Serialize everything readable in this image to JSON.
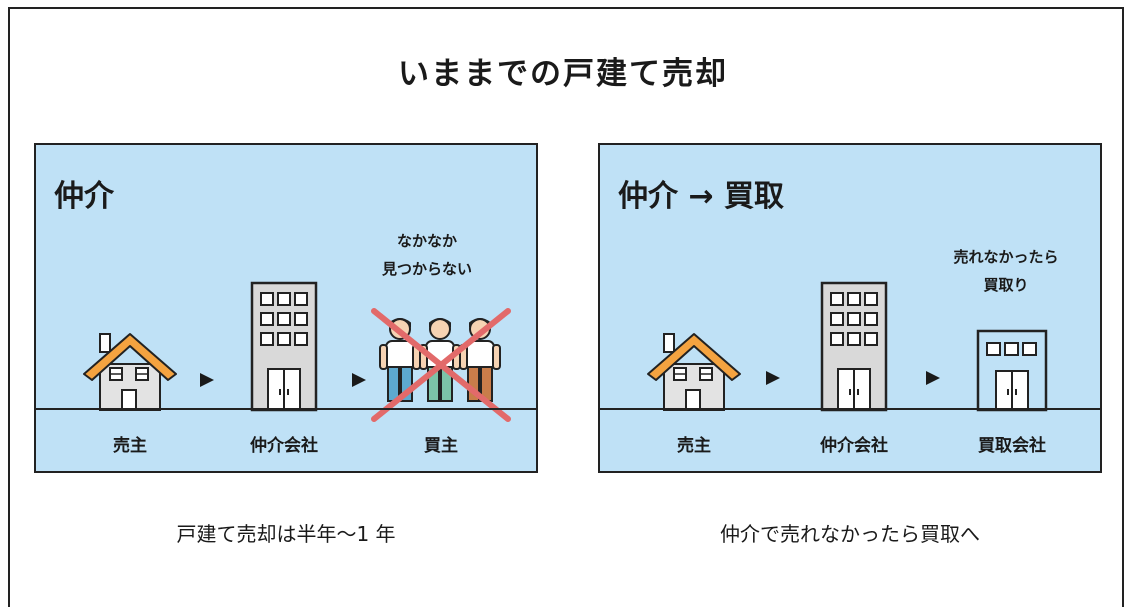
{
  "title": "いままでの戸建て売却",
  "panels": [
    {
      "title": "仲介",
      "callout": [
        "なかなか",
        "見つからない"
      ],
      "labels": [
        "売主",
        "仲介会社",
        "買主"
      ]
    },
    {
      "title": "仲介 → 買取",
      "callout": [
        "売れなかったら",
        "買取り"
      ],
      "labels": [
        "売主",
        "仲介会社",
        "買取会社"
      ]
    }
  ],
  "captions": [
    "戸建て売却は半年〜1 年",
    "仲介で売れなかったら買取へ"
  ],
  "colors": {
    "panel_bg": "#bfe1f6",
    "roof": "#f4a340",
    "building": "#d9d9d9",
    "cross": "#e26a6a",
    "jeans": "#5da9cf",
    "pants_brown": "#c97d4a"
  },
  "icons": [
    "house-icon",
    "office-building-icon",
    "buyers-group-icon",
    "cross-mark-icon",
    "arrow-right-icon",
    "buyback-company-icon"
  ]
}
